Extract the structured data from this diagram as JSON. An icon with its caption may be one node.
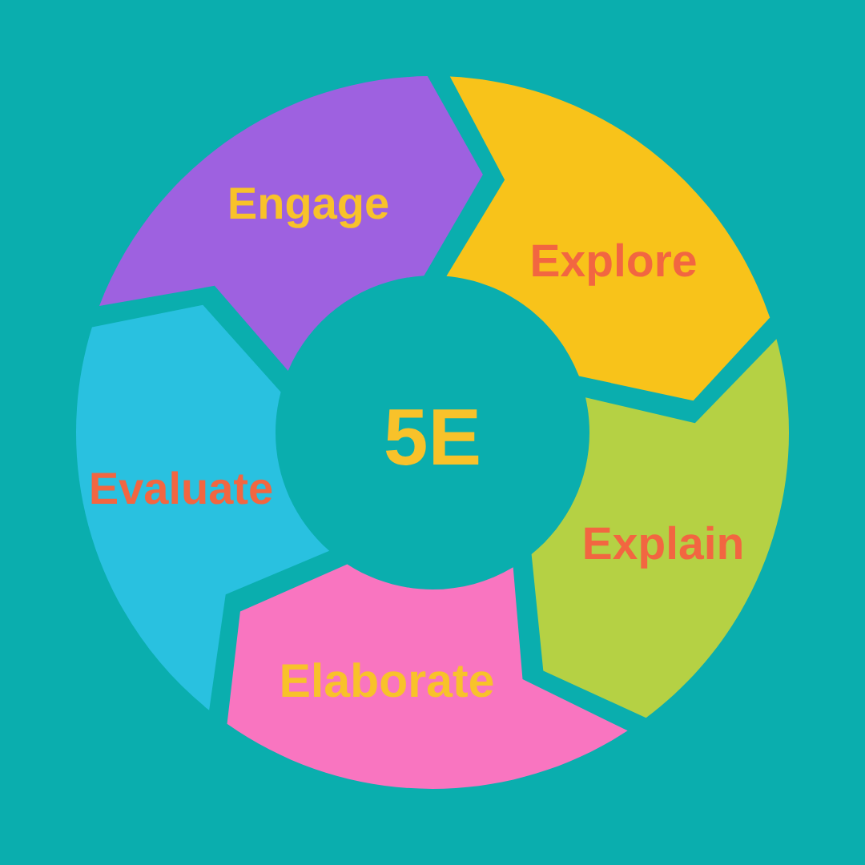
{
  "diagram": {
    "nodes": [
      {
        "text": [
          "Engage"
        ]
      },
      {
        "text": [
          "Explore"
        ]
      },
      {
        "text": [
          "Explain"
        ]
      },
      {
        "text": [
          "Elaborate"
        ]
      },
      {
        "text": [
          "Evaluate"
        ]
      }
    ],
    "labels": [
      "5E"
    ]
  }
}
